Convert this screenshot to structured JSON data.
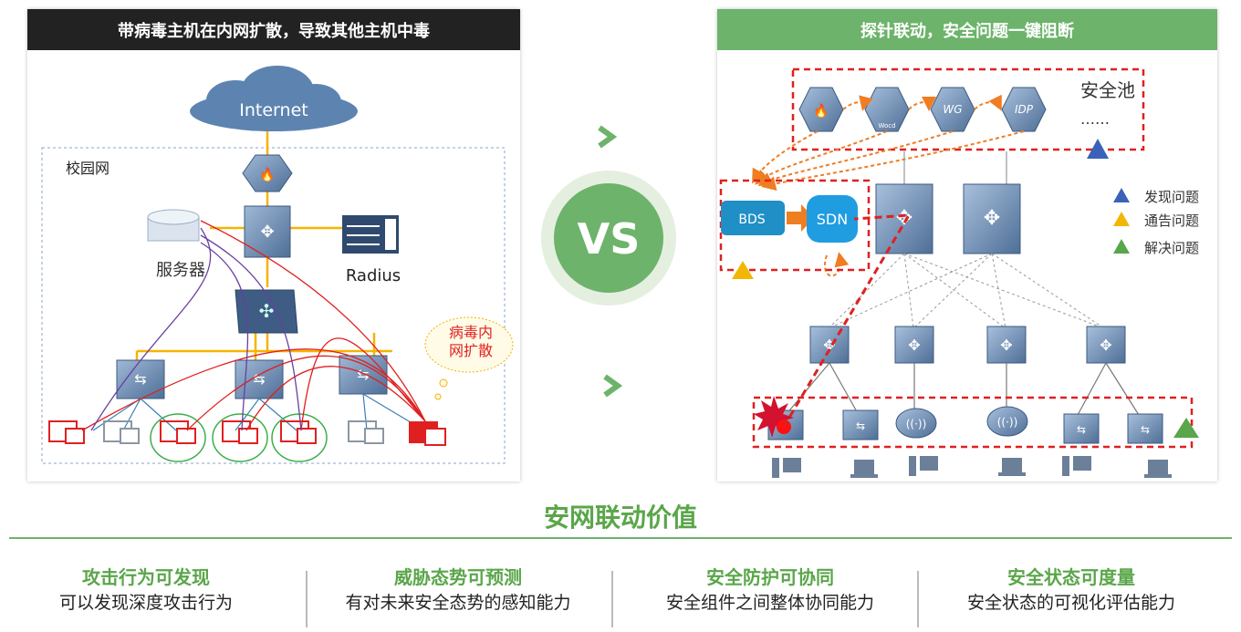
{
  "left_panel": {
    "title": "带病毒主机在内网扩散，导致其他主机中毒",
    "internet_label": "Internet",
    "campus_label": "校园网",
    "server_label": "服务器",
    "radius_label": "Radius",
    "virus_bubble_line1": "病毒内",
    "virus_bubble_line2": "网扩散"
  },
  "vs_label": "VS",
  "right_panel": {
    "title": "探针联动，安全问题一键阻断",
    "pool_label": "安全池",
    "pool_more": "……",
    "wocd_label": "Wocd",
    "wg_label": "WG",
    "idp_label": "IDP",
    "bds_label": "BDS",
    "sdn_label": "SDN",
    "legend": [
      {
        "label": "发现问题",
        "color": "#3a62b8"
      },
      {
        "label": "通告问题",
        "color": "#f2b705"
      },
      {
        "label": "解决问题",
        "color": "#5aa64a"
      }
    ]
  },
  "bottom": {
    "title": "安网联动价值",
    "columns": [
      {
        "title": "攻击行为可发现",
        "desc": "可以发现深度攻击行为"
      },
      {
        "title": "威胁态势可预测",
        "desc": "有对未来安全态势的感知能力"
      },
      {
        "title": "安全防护可协同",
        "desc": "安全组件之间整体协同能力"
      },
      {
        "title": "安全状态可度量",
        "desc": "安全状态的可视化评估能力"
      }
    ]
  },
  "colors": {
    "accent_green": "#6db36b",
    "title_green": "#5aa64a",
    "dark_header": "#222222",
    "alert_red": "#e02020",
    "arrow_orange": "#ef7d22"
  }
}
